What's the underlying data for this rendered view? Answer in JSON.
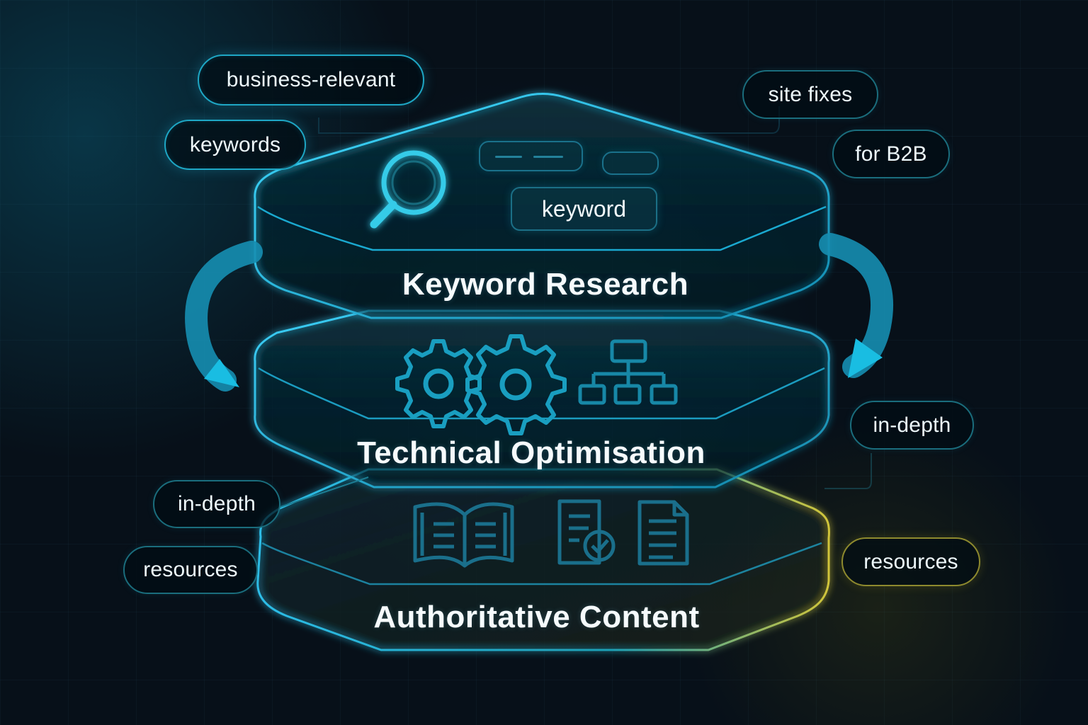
{
  "diagram": {
    "layers": [
      {
        "title": "Keyword Research",
        "icons": [
          "magnifying-glass-icon",
          "search-bar-icon"
        ],
        "field_label": "keyword"
      },
      {
        "title": "Technical Optimisation",
        "icons": [
          "gear-icon",
          "gear-icon",
          "sitemap-icon"
        ]
      },
      {
        "title": "Authoritative Content",
        "icons": [
          "open-book-icon",
          "document-check-icon",
          "document-icon"
        ]
      }
    ],
    "tags": {
      "business_relevant": "business-relevant",
      "keywords": "keywords",
      "site_fixes": "site fixes",
      "for_b2b": "for B2B",
      "in_depth_right": "in-depth",
      "in_depth_left": "in-depth",
      "resources_left": "resources",
      "resources_right": "resources"
    },
    "arrows": [
      "curved-arrow-left",
      "curved-arrow-right"
    ],
    "colors": {
      "background": "#071019",
      "accent": "#22c7e8",
      "teal": "#1a6d7d",
      "gold": "#d6c63c"
    }
  }
}
